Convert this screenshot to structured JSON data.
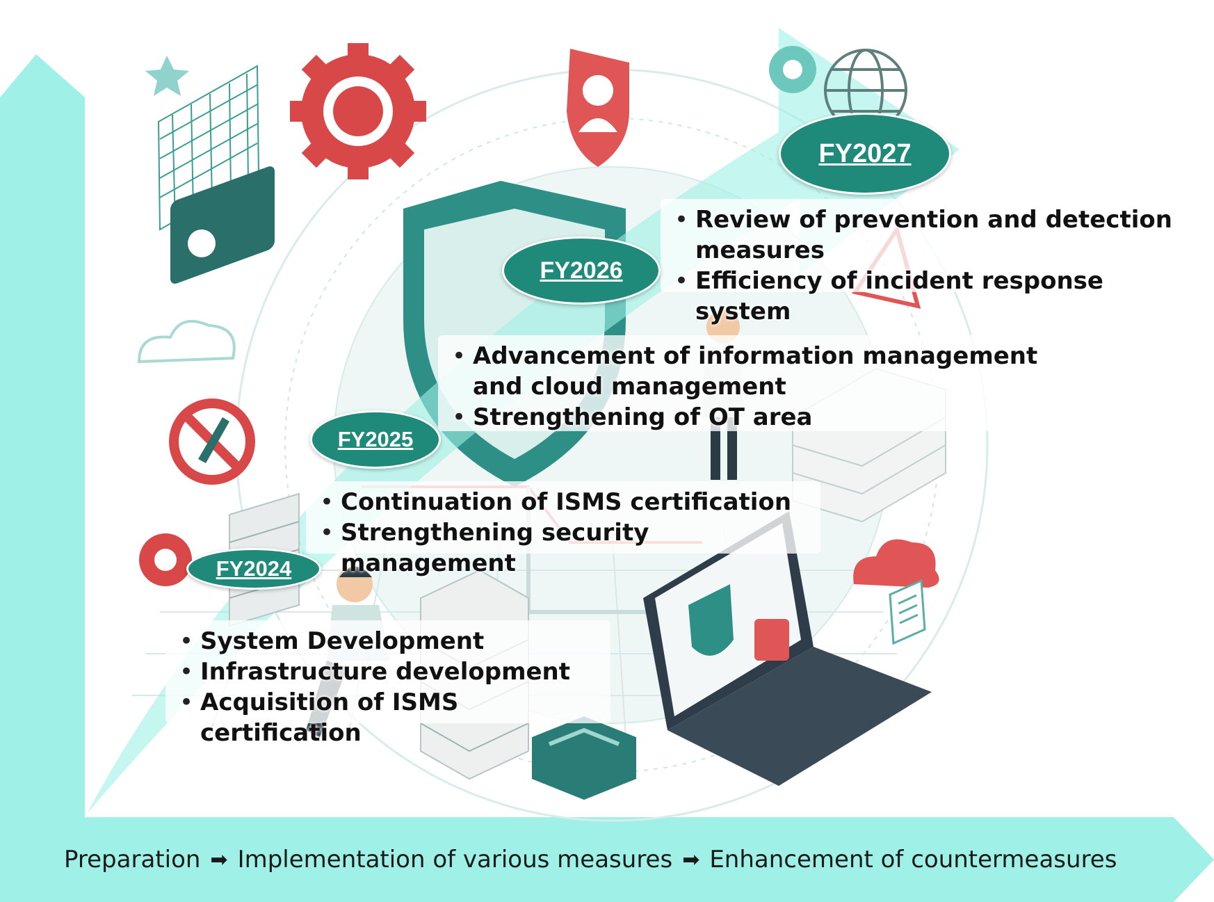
{
  "colors": {
    "axis": "#9ff0e6",
    "badge": "#1f8a7a",
    "accent_red": "#e05050",
    "teal_dark": "#2e8f86"
  },
  "phases": [
    {
      "year": "FY2024",
      "items": [
        "System Development",
        "Infrastructure development",
        "Acquisition of ISMS certification"
      ]
    },
    {
      "year": "FY2025",
      "items": [
        "Continuation of ISMS certification",
        "Strengthening security management"
      ]
    },
    {
      "year": "FY2026",
      "items": [
        "Advancement of information management and cloud management",
        "Strengthening of OT area"
      ]
    },
    {
      "year": "FY2027",
      "items": [
        "Review of prevention and detection measures",
        "Efficiency of incident response system"
      ]
    }
  ],
  "progression": {
    "steps": [
      "Preparation",
      "Implementation of various measures",
      "Enhancement of countermeasures"
    ],
    "arrow": "➡"
  }
}
